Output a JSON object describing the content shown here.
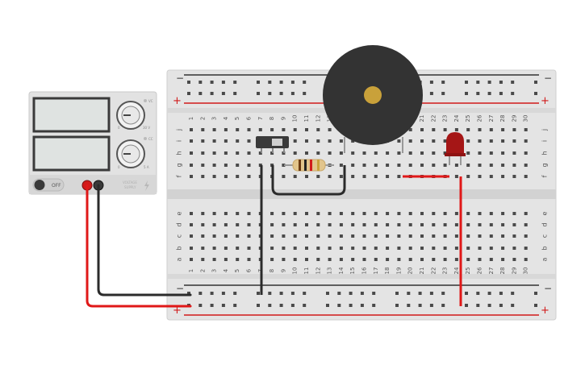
{
  "power_supply": {
    "off_label": "OFF",
    "voltage_label": "VOLTAGE",
    "supply_label": "SUPPLY",
    "voltage_max": "30 V",
    "current_max": "5 A",
    "voltage_mode": "VC",
    "current_mode": "CC",
    "knob_zero": "0"
  },
  "breadboard": {
    "row_letters_top": [
      "j",
      "i",
      "h",
      "g",
      "f"
    ],
    "row_letters_bottom": [
      "e",
      "d",
      "c",
      "b",
      "a"
    ],
    "columns": [
      "1",
      "2",
      "3",
      "4",
      "5",
      "6",
      "7",
      "8",
      "9",
      "10",
      "11",
      "12",
      "13",
      "14",
      "15",
      "16",
      "17",
      "18",
      "19",
      "20",
      "21",
      "22",
      "23",
      "24",
      "25",
      "26",
      "27",
      "28",
      "29",
      "30"
    ],
    "rail_minus": "−",
    "rail_plus": "+"
  },
  "colors": {
    "board": "#e4e4e4",
    "rail_red": "#d11a1a",
    "rail_black": "#333333",
    "wire_red": "#e01818",
    "wire_black": "#2b2b2b",
    "buzzer": "#333333",
    "buzzer_center": "#c9a13a",
    "led": "#a51616",
    "psu_body": "#e2e2e2",
    "psu_screen": "#dfe3e1"
  }
}
